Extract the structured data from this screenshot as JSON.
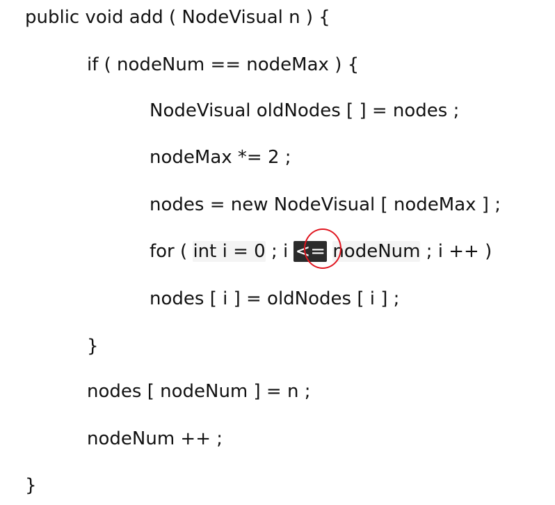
{
  "code": {
    "lines": [
      "public void add ( NodeVisual n ) {",
      "if ( nodeNum == nodeMax ) {",
      "NodeVisual oldNodes [ ] = nodes ;",
      "nodeMax *= 2 ;",
      "nodes = new NodeVisual [ nodeMax ] ;",
      {
        "prefix": "for ( ",
        "part_int": "int i = 0",
        "mid": " ; i ",
        "operator": "<=",
        "space": " ",
        "part_nodeNum": "nodeNum",
        "suffix": " ; i ++ )"
      },
      "nodes [ i ] = oldNodes [ i ] ;",
      "}",
      "nodes [ nodeNum ] = n ;",
      "nodeNum ++ ;",
      "}"
    ]
  },
  "colors": {
    "text": "#111111",
    "selection": "#2b2b2b",
    "marker": "#e0141e"
  }
}
